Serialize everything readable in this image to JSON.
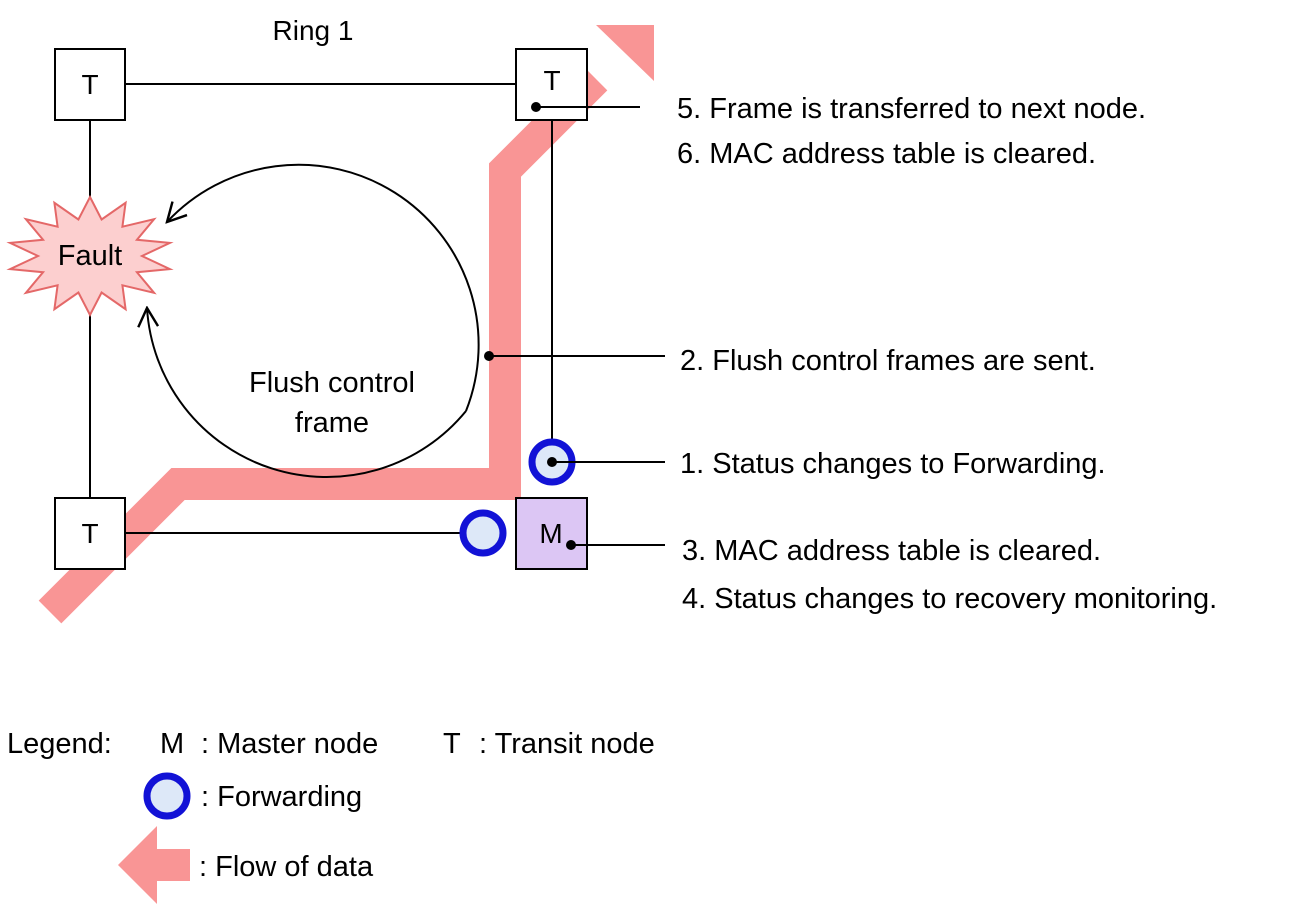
{
  "ring_label": "Ring 1",
  "fault_label": "Fault",
  "center_label": {
    "line1": "Flush control",
    "line2": "frame"
  },
  "nodes": {
    "top_left": "T",
    "top_right": "T",
    "bottom_left": "T",
    "master": "M"
  },
  "annotations": {
    "step5": "5. Frame is transferred to next node.",
    "step6": "6. MAC address table is cleared.",
    "step2": "2. Flush control frames are sent.",
    "step1": "1. Status changes to Forwarding.",
    "step3": "3. MAC address table is cleared.",
    "step4": "4. Status changes to recovery monitoring."
  },
  "legend": {
    "title": "Legend:",
    "master_symbol": "M",
    "master_text": ": Master node",
    "transit_symbol": "T",
    "transit_text": ": Transit node",
    "forwarding_text": ": Forwarding",
    "flow_text": ": Flow of data"
  },
  "colors": {
    "flow": "#f99595",
    "fault_fill": "#fccfcf",
    "fault_stroke": "#e46868",
    "master_fill": "#dcc6f4",
    "forwarding_ring": "#1212d6",
    "forwarding_fill": "#dde8f8"
  }
}
